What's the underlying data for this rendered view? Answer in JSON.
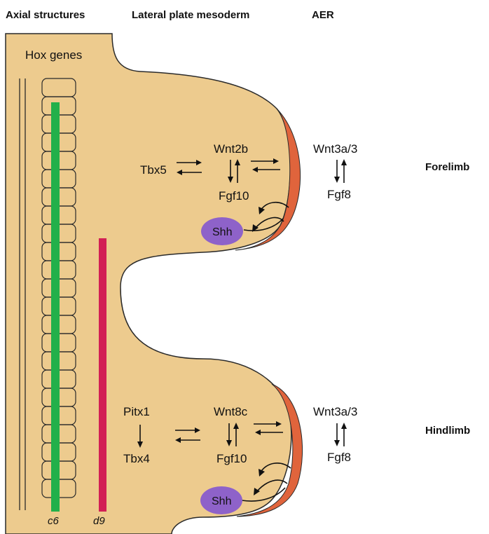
{
  "headers": {
    "axial": "Axial structures",
    "lateral": "Lateral plate mesoderm",
    "aer": "AER"
  },
  "hox_label": "Hox genes",
  "forelimb": {
    "side_label": "Forelimb",
    "tbx": "Tbx5",
    "wnt": "Wnt2b",
    "fgf": "Fgf10",
    "aer_wnt": "Wnt3a/3",
    "aer_fgf": "Fgf8",
    "shh": "Shh"
  },
  "hindlimb": {
    "side_label": "Hindlimb",
    "pitx": "Pitx1",
    "tbx": "Tbx4",
    "wnt": "Wnt8c",
    "fgf": "Fgf10",
    "aer_wnt": "Wnt3a/3",
    "aer_fgf": "Fgf8",
    "shh": "Shh"
  },
  "axis_labels": {
    "green": "c6",
    "red": "d9"
  },
  "colors": {
    "tissue": "#EDCB8E",
    "aer": "#E0643C",
    "green_bar": "#22B04A",
    "red_bar": "#D21F55",
    "shh": "#8E62C9"
  }
}
